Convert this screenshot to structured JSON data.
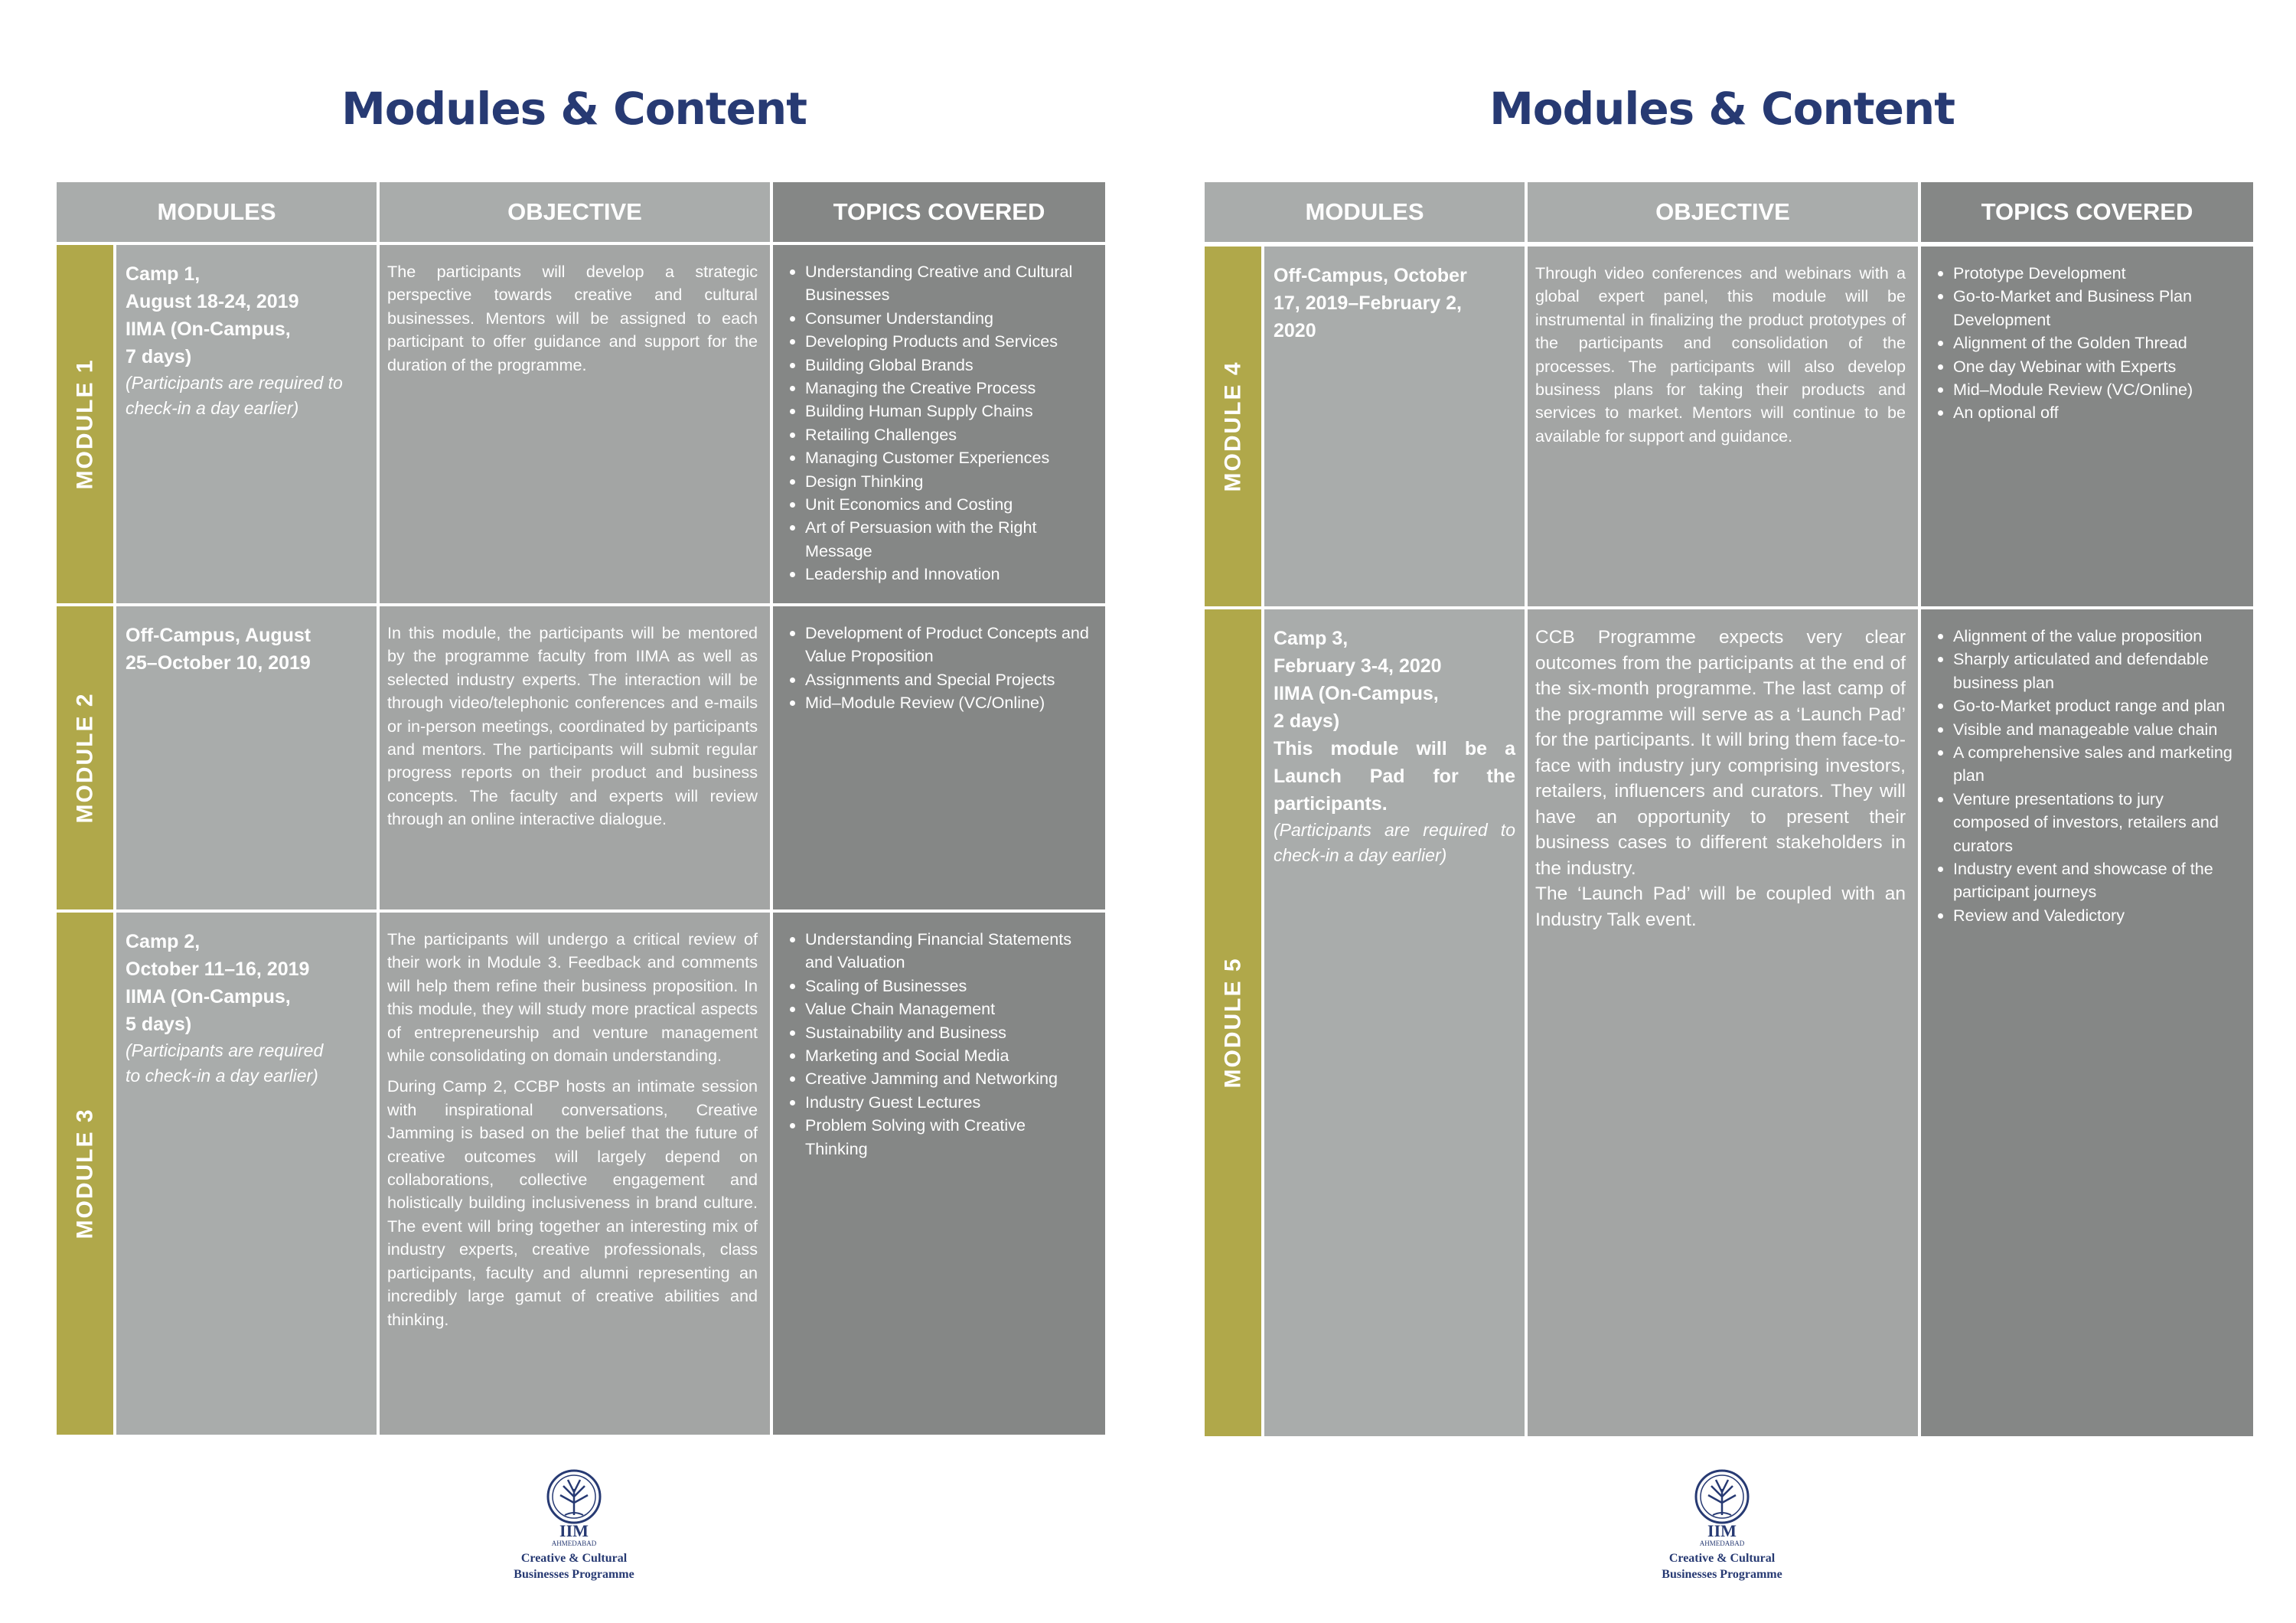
{
  "headers": {
    "modules": "MODULES",
    "objective": "OBJECTIVE",
    "topics": "TOPICS COVERED"
  },
  "left": {
    "title": "Modules & Content",
    "m1": {
      "band": "MODULE 1",
      "line1": "Camp 1,",
      "line2": "August 18-24, 2019",
      "line3": "IIMA (On-Campus,",
      "line4": "7 days)",
      "note1": "(Participants are required to",
      "note2": "check-in a day earlier)",
      "objective": "The participants will develop a strategic perspective towards creative and cultural businesses. Mentors will be assigned to each participant to offer guidance and support for the duration of the programme.",
      "topics": [
        "Understanding Creative and Cultural Businesses",
        "Consumer Understanding",
        "Developing Products and Services",
        "Building Global Brands",
        "Managing the Creative Process",
        "Building Human Supply Chains",
        "Retailing Challenges",
        "Managing Customer Experiences",
        "Design Thinking",
        "Unit Economics and Costing",
        "Art of Persuasion with the Right Message",
        "Leadership and Innovation"
      ]
    },
    "m2": {
      "band": "MODULE 2",
      "line1": "Off-Campus, August",
      "line2": "25–October 10, 2019",
      "objective": "In this module, the participants will be mentored by the programme faculty from IIMA as well as selected industry experts. The interaction will be through video/telephonic conferences and e-mails or in-person meetings, coordinated by participants and mentors. The participants will submit regular progress reports on their product and business concepts. The faculty and experts will review through an online interactive dialogue.",
      "topics": [
        "Development of Product Concepts and Value Proposition",
        "Assignments and Special Projects",
        "Mid–Module Review (VC/Online)"
      ]
    },
    "m3": {
      "band": "MODULE 3",
      "line1": "Camp 2,",
      "line2": "October 11–16, 2019",
      "line3": "IIMA (On-Campus,",
      "line4": "5 days)",
      "note1": "(Participants are required",
      "note2": "to check-in a day earlier)",
      "objective1": "The participants will undergo a critical review of their work in Module 3. Feedback and comments will help them refine their business proposition. In this module, they will study more practical aspects of entrepreneurship and venture management while consolidating on domain understanding.",
      "objective2": "During Camp 2, CCBP hosts an intimate session with inspirational conversations, Creative Jamming is based on the belief that the future of creative outcomes will largely depend on collaborations, collective engagement and holistically building inclusiveness in brand culture. The event will bring together an interesting mix of industry experts, creative professionals, class participants, faculty and alumni representing an incredibly large gamut of creative abilities and thinking.",
      "topics": [
        "Understanding Financial Statements and Valuation",
        "Scaling of Businesses",
        "Value Chain Management",
        "Sustainability and Business",
        "Marketing and Social Media",
        "Creative Jamming and Networking",
        "Industry Guest Lectures",
        "Problem Solving with Creative Thinking"
      ]
    }
  },
  "right": {
    "title": "Modules & Content",
    "m4": {
      "band": "MODULE 4",
      "line1": "Off-Campus, October",
      "line2": "17, 2019–February 2,",
      "line3": "2020",
      "objective": "Through video conferences and webinars with a global expert panel, this module will be instrumental in finalizing the product prototypes of the participants and consolidation of the processes. The participants will also develop business plans for taking their products and services to market. Mentors will continue to be available for support and guidance.",
      "topics": [
        "Prototype Development",
        "Go-to-Market and Business Plan Development",
        "Alignment of the Golden Thread",
        "One day Webinar with Experts",
        "Mid–Module Review (VC/Online)",
        "An optional off"
      ]
    },
    "m5": {
      "band": "MODULE 5",
      "line1": "Camp 3,",
      "line2": "February 3-4, 2020",
      "line3": "IIMA (On-Campus,",
      "line4": "2 days)",
      "line5": "This module will be a Launch Pad for the participants.",
      "note": "(Participants are required to check-in a day earlier)",
      "objective1": "CCB Programme expects very clear outcomes from the participants at the end of the six-month programme. The last camp of the programme will serve as a ‘Launch Pad’ for the participants. It will bring them face-to-face with industry jury comprising investors, retailers, influencers and curators. They will have an opportunity to present their business cases to different stakeholders in the industry.",
      "objective2": "The ‘Launch Pad’ will be coupled with an Industry Talk event.",
      "topics": [
        "Alignment of the value proposition",
        "Sharply articulated and defendable business plan",
        "Go-to-Market product range and plan",
        "Visible and manageable value chain",
        "A comprehensive sales and marketing plan",
        "Venture presentations to jury composed of investors, retailers and curators",
        "Industry event and showcase of the participant journeys",
        "Review and Valedictory"
      ]
    }
  },
  "logo": {
    "mark": "IIM",
    "sub": "AHMEDABAD",
    "line1": "Creative & Cultural",
    "line2": "Businesses Programme"
  }
}
